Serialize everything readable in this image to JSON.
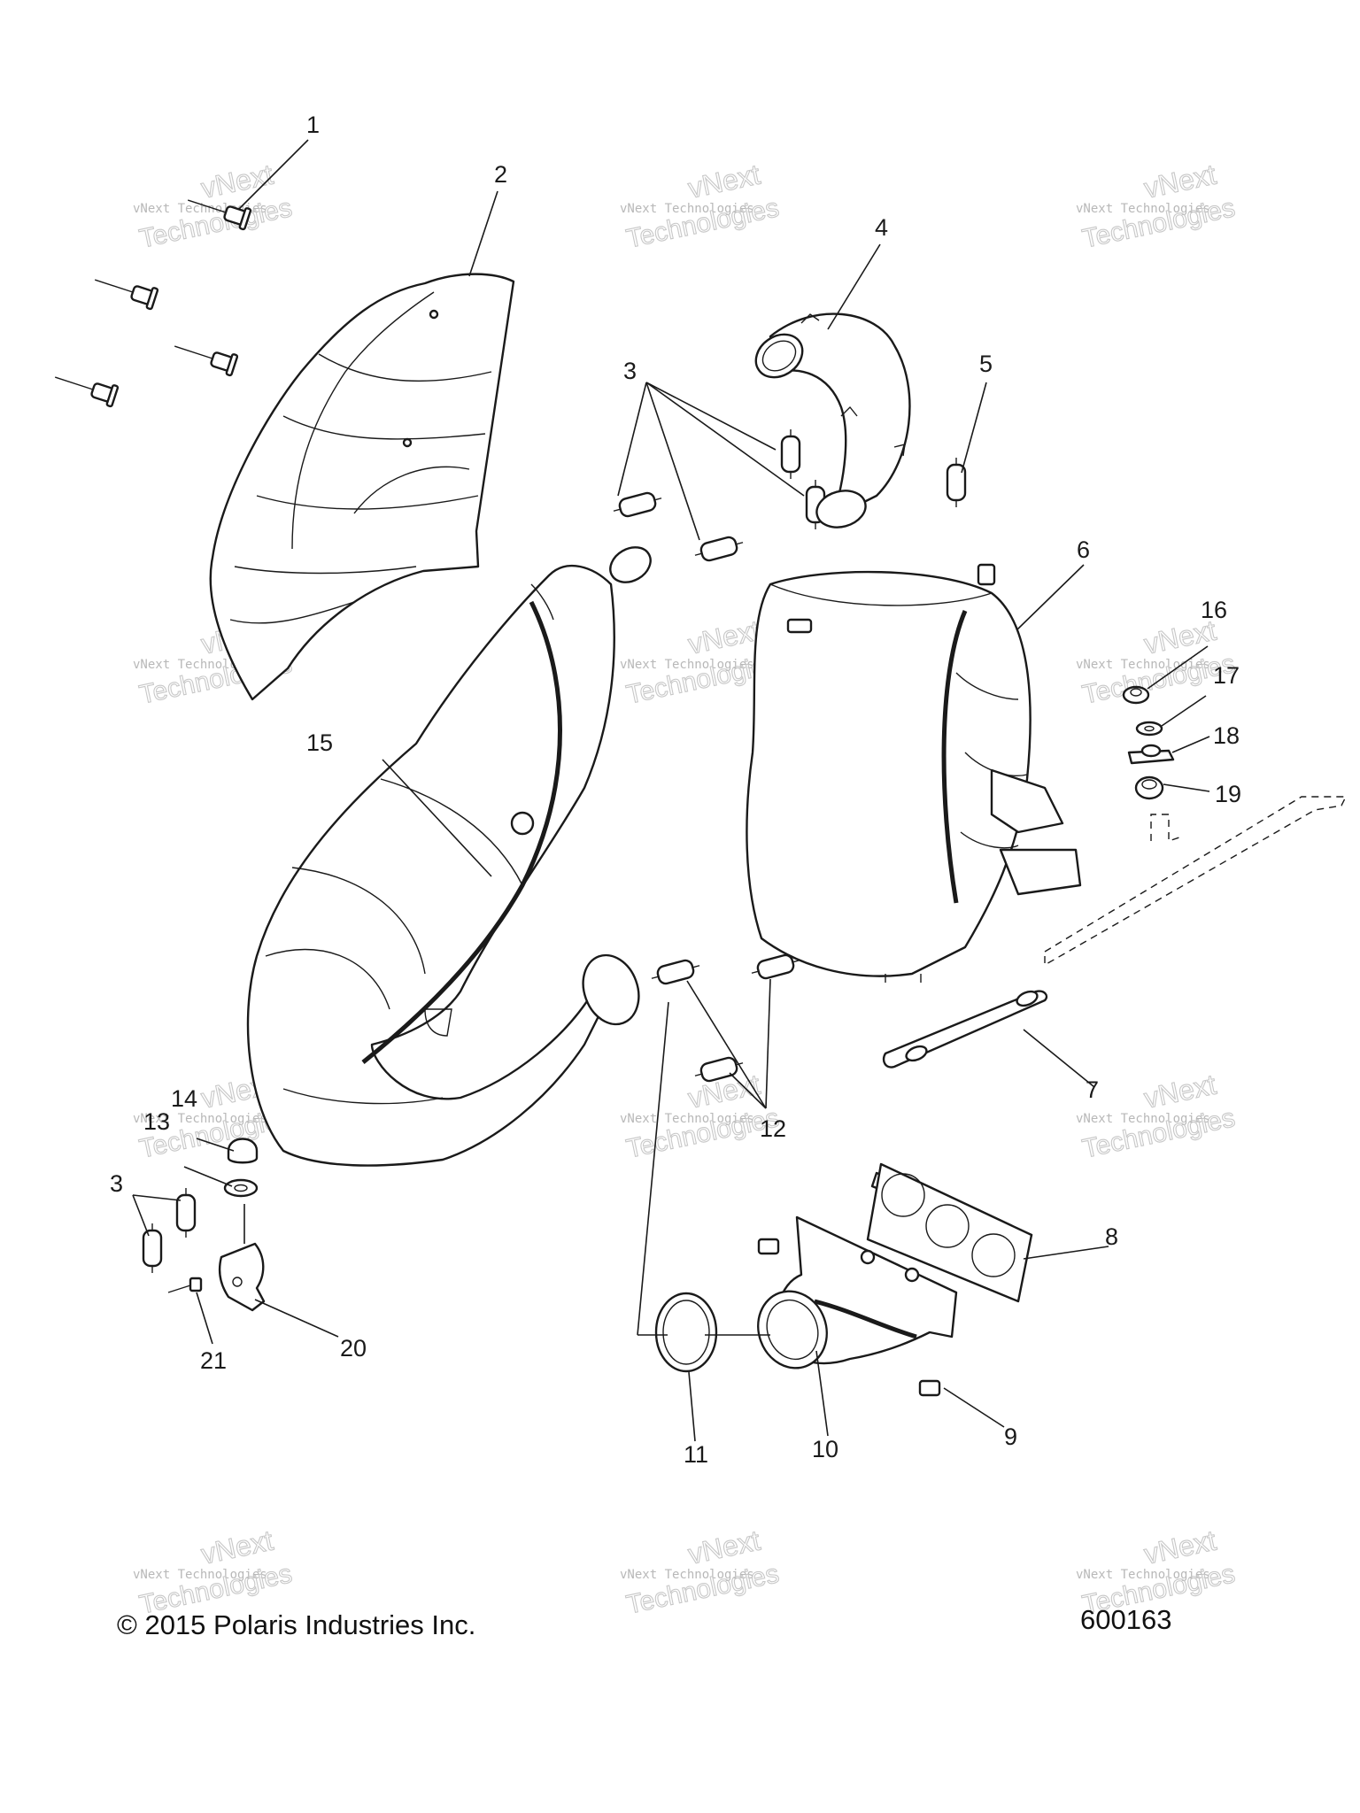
{
  "callouts": [
    "1",
    "2",
    "3",
    "4",
    "5",
    "6",
    "7",
    "8",
    "9",
    "10",
    "11",
    "12",
    "13",
    "14",
    "15",
    "16",
    "17",
    "18",
    "19",
    "20",
    "21",
    "3"
  ],
  "watermark": {
    "small_text": "vNext Technologies",
    "big_text": "Technologies",
    "next_text": "vNext"
  },
  "footer": {
    "copyright": "© 2015 Polaris Industries Inc.",
    "diagram_number": "600163"
  }
}
